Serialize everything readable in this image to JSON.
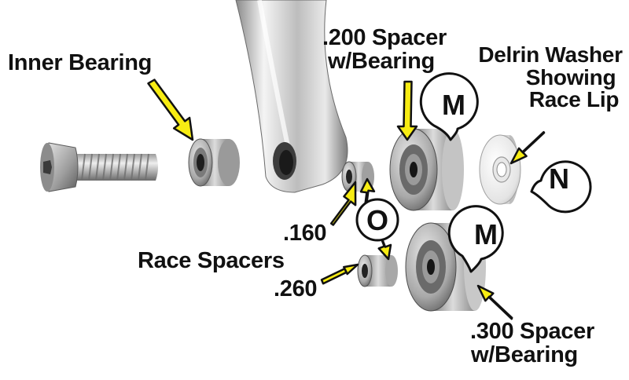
{
  "labels": {
    "inner_bearing": "Inner Bearing",
    "spacer_200_line1": ".200 Spacer",
    "spacer_200_line2": "w/Bearing",
    "delrin_line1": "Delrin Washer",
    "delrin_line2": "Showing",
    "delrin_line3": "Race Lip",
    "race_160": ".160",
    "race_spacers": "Race Spacers",
    "race_260": ".260",
    "spacer_300_line1": ".300 Spacer",
    "spacer_300_line2": "w/Bearing"
  },
  "callouts": {
    "m_top": "M",
    "m_bottom": "M",
    "n": "N",
    "o": "O"
  },
  "colors": {
    "arrow_fill": "#f7ec13",
    "arrow_stroke": "#111111",
    "text": "#111111",
    "metal_light": "#d8d8d8",
    "metal_dark": "#5a5a5a"
  }
}
